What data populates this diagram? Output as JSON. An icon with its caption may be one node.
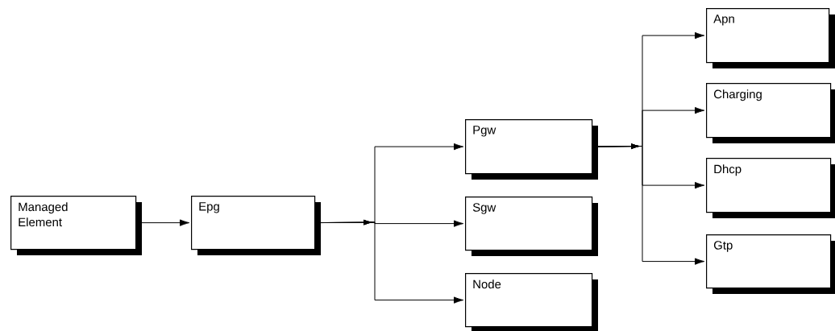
{
  "diagram": {
    "nodes": [
      {
        "text": [
          "Managed Element"
        ]
      },
      {
        "text": [
          "Epg"
        ]
      },
      {
        "text": [
          "Pgw"
        ]
      },
      {
        "text": [
          "Sgw"
        ]
      },
      {
        "text": [
          "Node"
        ]
      },
      {
        "text": [
          "Apn"
        ]
      },
      {
        "text": [
          "Charging"
        ]
      },
      {
        "text": [
          "Dhcp"
        ]
      },
      {
        "text": [
          "Gtp"
        ]
      }
    ],
    "edges": [
      {
        "from": 0,
        "to": 1,
        "arrow": "to"
      },
      {
        "from": 1,
        "to": 2,
        "arrow": "to"
      },
      {
        "from": 1,
        "to": 3,
        "arrow": "to"
      },
      {
        "from": 1,
        "to": 4,
        "arrow": "to"
      },
      {
        "from": 2,
        "to": 5,
        "arrow": "to"
      },
      {
        "from": 2,
        "to": 6,
        "arrow": "to"
      },
      {
        "from": 2,
        "to": 7,
        "arrow": "to"
      },
      {
        "from": 2,
        "to": 8,
        "arrow": "to"
      }
    ]
  }
}
